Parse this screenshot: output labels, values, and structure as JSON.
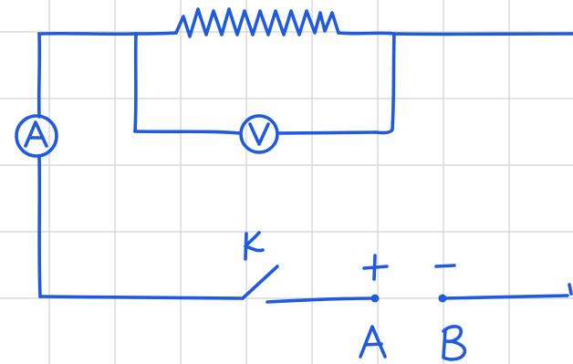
{
  "diagram": {
    "colors": {
      "ink": "#1f5ae0",
      "grid": "#cfd3d8",
      "background": "#ffffff"
    },
    "ammeter": {
      "symbol": "A"
    },
    "voltmeter": {
      "symbol": "V"
    },
    "switch": {
      "label": "K"
    },
    "terminal_a": {
      "label": "A",
      "polarity": "+"
    },
    "terminal_b": {
      "label": "B",
      "polarity": "−"
    }
  }
}
